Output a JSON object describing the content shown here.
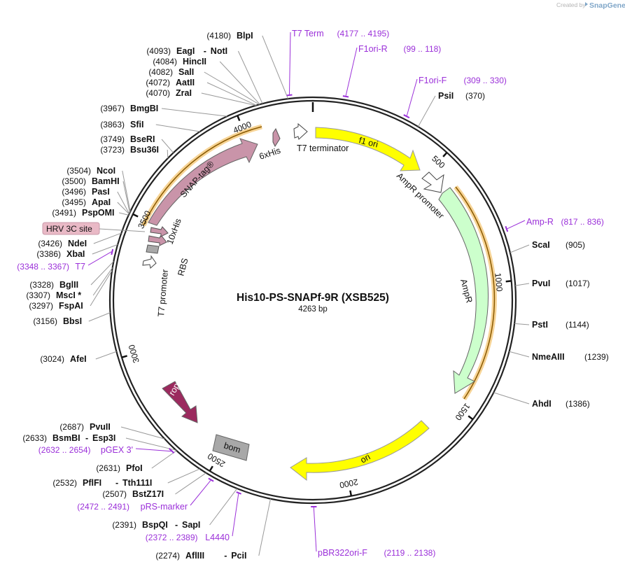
{
  "app": {
    "created_by": "Created by",
    "brand": "SnapGene"
  },
  "plasmid": {
    "name": "His10-PS-SNAPf-9R (XSB525)",
    "length_label": "4263 bp",
    "length": 4263
  },
  "ticks": [
    "500",
    "1000",
    "1500",
    "2000",
    "2500",
    "3000",
    "3500",
    "4000"
  ],
  "enzymes_right": [
    {
      "name": "PsiI",
      "pos": "(370)"
    },
    {
      "name": "ScaI",
      "pos": "(905)"
    },
    {
      "name": "PvuI",
      "pos": "(1017)"
    },
    {
      "name": "PstI",
      "pos": "(1144)"
    },
    {
      "name": "NmeAIII",
      "pos": "(1239)"
    },
    {
      "name": "AhdI",
      "pos": "(1386)"
    }
  ],
  "enzymes_left": [
    {
      "name": "BlpI",
      "pos": "(4180)"
    },
    {
      "name": "EagI",
      "sep": "-",
      "name2": "NotI",
      "pos": "(4093)"
    },
    {
      "name": "HincII",
      "pos": "(4084)"
    },
    {
      "name": "SalI",
      "pos": "(4082)"
    },
    {
      "name": "AatII",
      "pos": "(4072)"
    },
    {
      "name": "ZraI",
      "pos": "(4070)"
    },
    {
      "name": "BmgBI",
      "pos": "(3967)"
    },
    {
      "name": "SfiI",
      "pos": "(3863)"
    },
    {
      "name": "BseRI",
      "pos": "(3749)"
    },
    {
      "name": "Bsu36I",
      "pos": "(3723)"
    },
    {
      "name": "NcoI",
      "pos": "(3504)"
    },
    {
      "name": "BamHI",
      "pos": "(3500)"
    },
    {
      "name": "PasI",
      "pos": "(3496)"
    },
    {
      "name": "ApaI",
      "pos": "(3495)"
    },
    {
      "name": "PspOMI",
      "pos": "(3491)"
    },
    {
      "name": "NdeI",
      "pos": "(3426)"
    },
    {
      "name": "XbaI",
      "pos": "(3386)"
    },
    {
      "name": "BglII",
      "pos": "(3328)"
    },
    {
      "name": "MscI *",
      "pos": "(3307)"
    },
    {
      "name": "FspAI",
      "pos": "(3297)"
    },
    {
      "name": "BbsI",
      "pos": "(3156)"
    },
    {
      "name": "AfeI",
      "pos": "(3024)"
    },
    {
      "name": "PvuII",
      "pos": "(2687)"
    },
    {
      "name": "BsmBI",
      "sep": "-",
      "name2": "Esp3I",
      "pos": "(2633)"
    },
    {
      "name": "PfoI",
      "pos": "(2631)"
    },
    {
      "name": "PflFI",
      "sep": "-",
      "name2": "Tth111I",
      "pos": "(2532)"
    },
    {
      "name": "BstZ17I",
      "pos": "(2507)"
    },
    {
      "name": "BspQI",
      "sep": "-",
      "name2": "SapI",
      "pos": "(2391)"
    },
    {
      "name": "AflIII",
      "sep": "-",
      "name2": "PciI",
      "pos": "(2274)"
    }
  ],
  "primers": [
    {
      "name": "T7 Term",
      "range": "(4177 .. 4195)"
    },
    {
      "name": "F1ori-R",
      "range": "(99 .. 118)"
    },
    {
      "name": "F1ori-F",
      "range": "(309 .. 330)"
    },
    {
      "name": "Amp-R",
      "range": "(817 .. 836)"
    },
    {
      "name": "pBR322ori-F",
      "range": "(2119 .. 2138)"
    },
    {
      "name": "L4440",
      "range": "(2372 .. 2389)"
    },
    {
      "name": "pRS-marker",
      "range": "(2472 .. 2491)"
    },
    {
      "name": "pGEX 3'",
      "range": "(2632 .. 2654)"
    },
    {
      "name": "T7",
      "range": "(3348 .. 3367)"
    }
  ],
  "site_box": {
    "label": "HRV 3C site",
    "color": "#e9b9c6"
  },
  "features": {
    "f1_ori": "f1 ori",
    "ampr_promoter": "AmpR promoter",
    "ampr": "AmpR",
    "ori": "ori",
    "bom": "bom",
    "rop": "rop",
    "t7_promoter": "T7 promoter",
    "rbs": "RBS",
    "his10": "10xHis",
    "snap": "SNAP-tag®",
    "his6": "6xHis",
    "t7_terminator": "T7 terminator"
  },
  "colors": {
    "primer": "#9b30d9",
    "f1_ori": "#ffff00",
    "ampr": "#ccffcc",
    "snap": "#c994a9",
    "rop": "#9b2a5e",
    "bom": "#a8a8a8",
    "orf_highlight": "#f0b040"
  }
}
